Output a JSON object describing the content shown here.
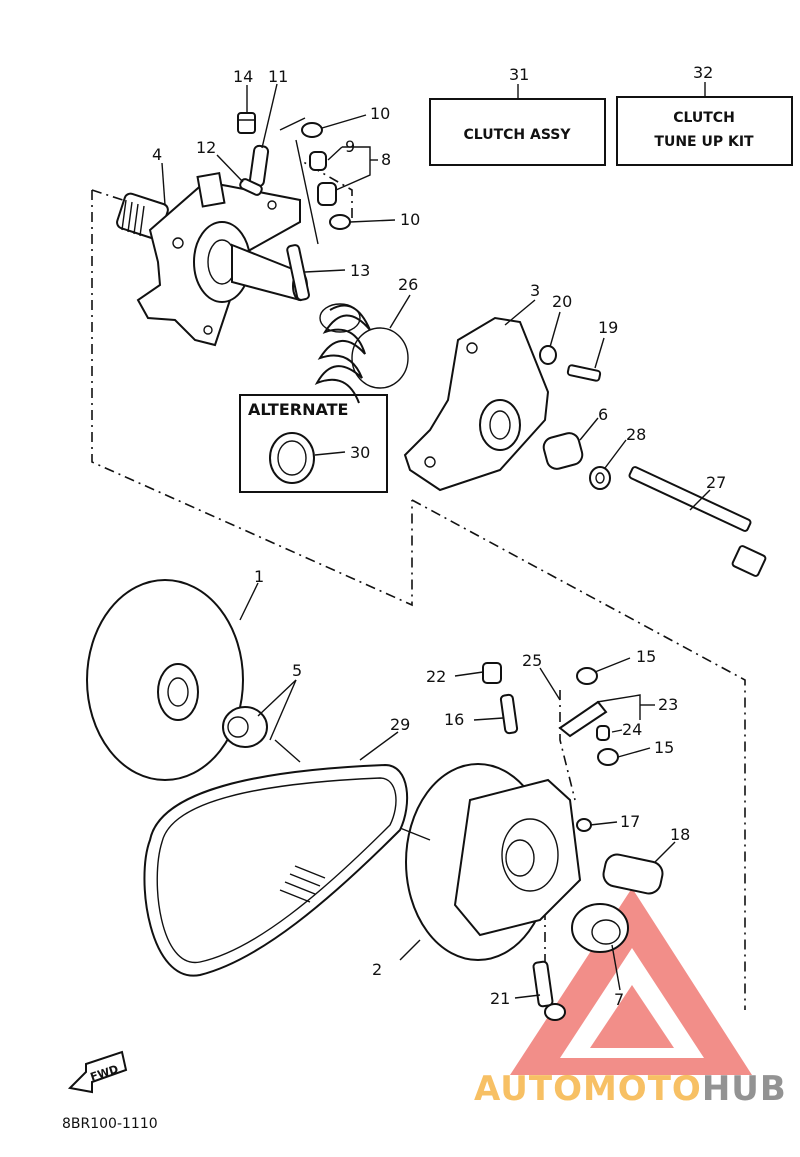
{
  "diagram": {
    "boxes": {
      "clutch_assy": {
        "number": "31",
        "label": "CLUTCH ASSY"
      },
      "tune_up_kit": {
        "number": "32",
        "line1": "CLUTCH",
        "line2": "TUNE UP KIT"
      }
    },
    "alternate_label": "ALTERNATE",
    "part_numbers": {
      "p1": "1",
      "p2": "2",
      "p3": "3",
      "p4": "4",
      "p5": "5",
      "p6": "6",
      "p7": "7",
      "p8": "8",
      "p9": "9",
      "p10a": "10",
      "p10b": "10",
      "p11": "11",
      "p12": "12",
      "p13": "13",
      "p14": "14",
      "p15a": "15",
      "p15b": "15",
      "p16": "16",
      "p17": "17",
      "p18": "18",
      "p19": "19",
      "p20": "20",
      "p21": "21",
      "p22": "22",
      "p23": "23",
      "p24": "24",
      "p25": "25",
      "p26": "26",
      "p27": "27",
      "p28": "28",
      "p29": "29",
      "p30": "30"
    },
    "fwd_label": "FWD",
    "diagram_code": "8BR100-1110"
  },
  "watermark": {
    "brand_part1": "AUTOMOTO",
    "brand_part2": "HUB",
    "colors": {
      "orange": "#f5a623",
      "red": "#e8332a",
      "gray": "#666666"
    }
  }
}
